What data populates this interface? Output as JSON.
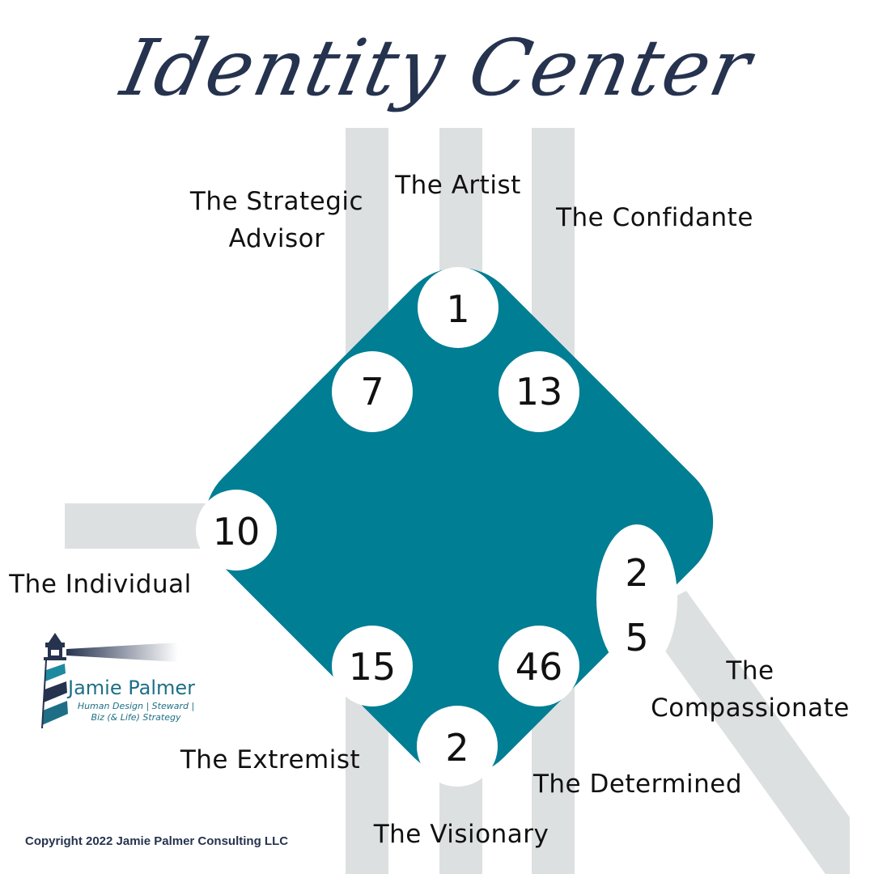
{
  "title": "Identity Center",
  "colors": {
    "center": "#007e93",
    "channel": "#dde0e1",
    "title": "#26334f",
    "gate": "#ffffff",
    "text": "#111111"
  },
  "gates": [
    {
      "name": "gate-1",
      "number": "1"
    },
    {
      "name": "gate-7",
      "number": "7"
    },
    {
      "name": "gate-13",
      "number": "13"
    },
    {
      "name": "gate-10",
      "number": "10"
    },
    {
      "name": "gate-25",
      "digits": [
        "2",
        "5"
      ]
    },
    {
      "name": "gate-15",
      "number": "15"
    },
    {
      "name": "gate-46",
      "number": "46"
    },
    {
      "name": "gate-2",
      "number": "2"
    }
  ],
  "labels": {
    "strategic_advisor": "The Strategic\nAdvisor",
    "artist": "The Artist",
    "confidante": "The Confidante",
    "individual": "The Individual",
    "compassionate": "The\nCompassionate",
    "extremist": "The Extremist",
    "determined": "The Determined",
    "visionary": "The Visionary"
  },
  "logo": {
    "name": "Jamie Palmer",
    "tagline": "Human Design | Steward | Biz (& Life) Strategy",
    "icon": "lighthouse-icon"
  },
  "copyright": "Copyright 2022 Jamie Palmer Consulting LLC"
}
